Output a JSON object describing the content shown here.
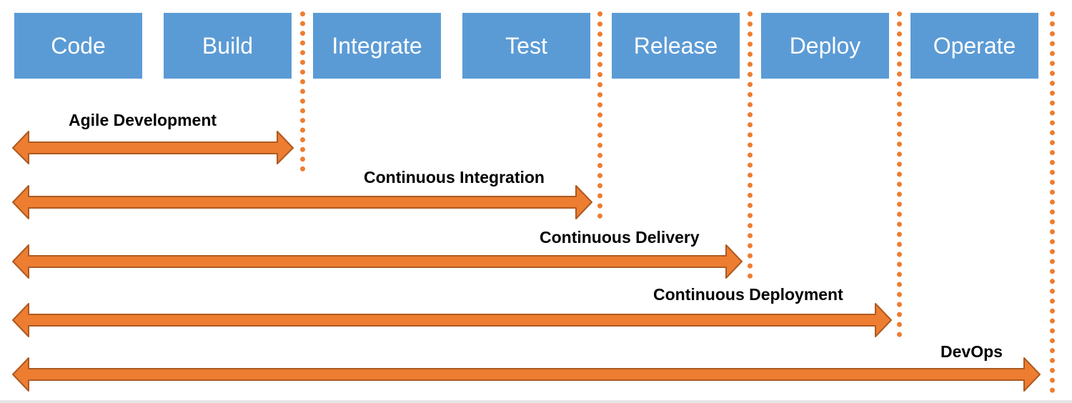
{
  "stages": [
    {
      "label": "Code"
    },
    {
      "label": "Build"
    },
    {
      "label": "Integrate"
    },
    {
      "label": "Test"
    },
    {
      "label": "Release"
    },
    {
      "label": "Deploy"
    },
    {
      "label": "Operate"
    }
  ],
  "practices": [
    {
      "label": "Agile Development",
      "from_stage": "Code",
      "to_stage": "Build"
    },
    {
      "label": "Continuous Integration",
      "from_stage": "Code",
      "to_stage": "Test"
    },
    {
      "label": "Continuous Delivery",
      "from_stage": "Code",
      "to_stage": "Release"
    },
    {
      "label": "Continuous Deployment",
      "from_stage": "Code",
      "to_stage": "Deploy"
    },
    {
      "label": "DevOps",
      "from_stage": "Code",
      "to_stage": "Operate"
    }
  ],
  "colors": {
    "stage_fill": "#5b9bd5",
    "stage_text": "#ffffff",
    "arrow_fill": "#ed7d31",
    "arrow_stroke": "#ae5a21",
    "divider": "#ed7d31",
    "label_text": "#000000"
  }
}
